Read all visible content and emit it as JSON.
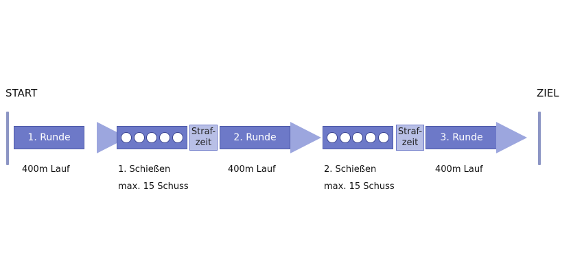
{
  "start_label": "START",
  "finish_label": "ZIEL",
  "rounds": [
    {
      "label": "1. Runde",
      "caption": "400m Lauf"
    },
    {
      "label": "2. Runde",
      "caption": "400m Lauf"
    },
    {
      "label": "3. Runde",
      "caption": "400m Lauf"
    }
  ],
  "shootings": [
    {
      "caption_line1": "1. Schießen",
      "caption_line2": "max. 15 Schuss",
      "targets": 5
    },
    {
      "caption_line1": "2. Schießen",
      "caption_line2": "max. 15 Schuss",
      "targets": 5
    }
  ],
  "penalties": [
    {
      "line1": "Straf-",
      "line2": "zeit"
    },
    {
      "line1": "Straf-",
      "line2": "zeit"
    }
  ],
  "colors": {
    "arrow_body": "#6d79c8",
    "arrow_head": "#9ca6de",
    "penalty_box": "#b8bfe6",
    "post": "#8c95c4"
  }
}
